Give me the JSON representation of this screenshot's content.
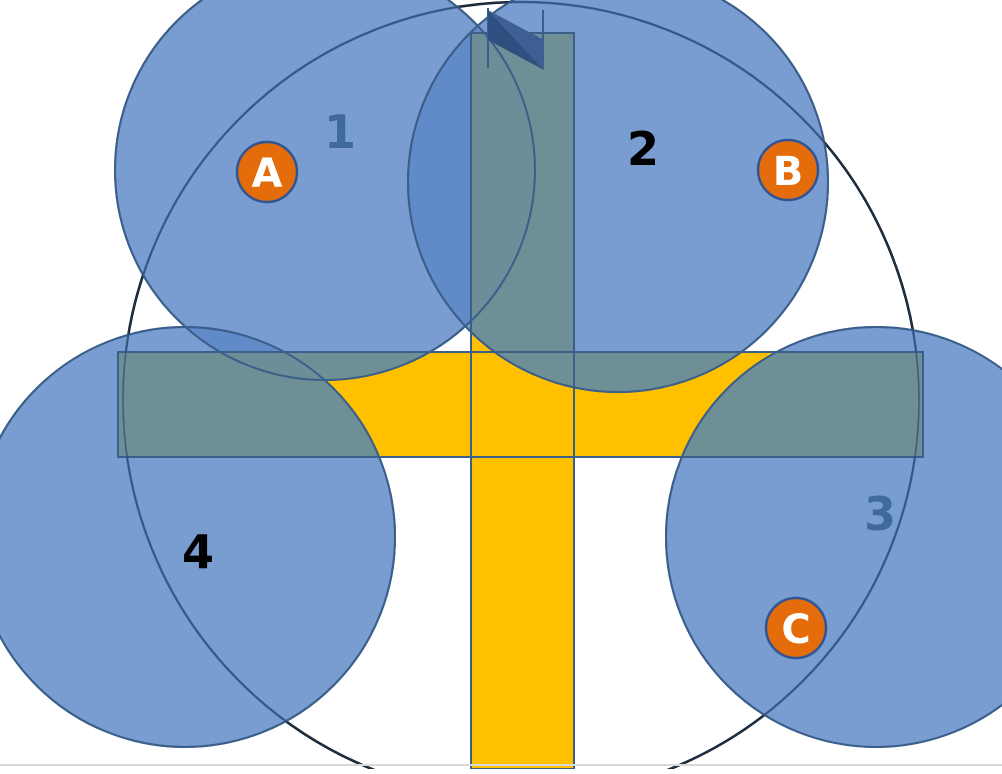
{
  "colors": {
    "circle_fill": "#5b88c6",
    "circle_stroke": "#3a5f8a",
    "road_fill": "#ffc000",
    "road_stroke": "#3a5f8a",
    "overlap_fill": "#6f8f95",
    "marker_fill": "#e46c0a",
    "marker_stroke": "#2f5597",
    "boundary_stroke": "#000000",
    "zone_label_light": "#3f6a9a",
    "zone_label_dark": "#000000"
  },
  "zones": [
    {
      "id": "1",
      "label": "1"
    },
    {
      "id": "2",
      "label": "2"
    },
    {
      "id": "3",
      "label": "3"
    },
    {
      "id": "4",
      "label": "4"
    }
  ],
  "markers": [
    {
      "id": "A",
      "label": "A"
    },
    {
      "id": "B",
      "label": "B"
    },
    {
      "id": "C",
      "label": "C"
    }
  ]
}
